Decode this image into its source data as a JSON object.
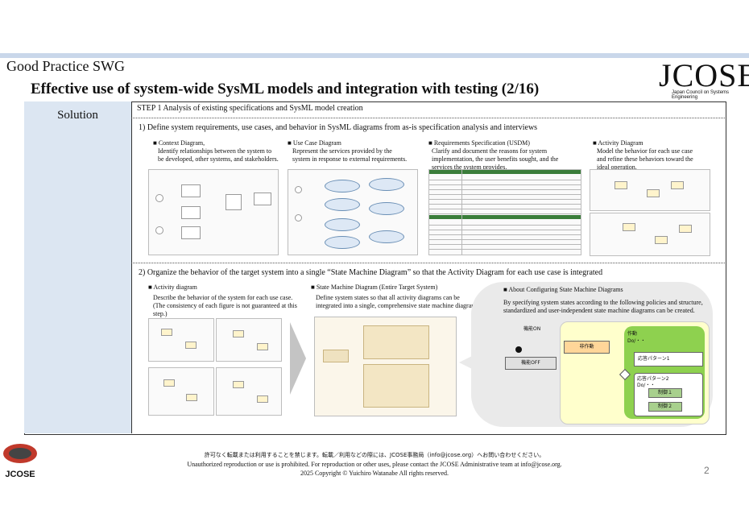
{
  "header": {
    "org": "Good Practice SWG",
    "title": "Effective use of system-wide SysML models and integration with testing (2/16)",
    "logo_text": "JCOSE",
    "logo_sub": "Japan Council on Systems Engineering"
  },
  "left": {
    "label": "Solution"
  },
  "step": "STEP 1 Analysis of existing specifications and SysML model creation",
  "section1": {
    "heading": "1) Define system requirements, use cases, and behavior in SysML diagrams from as-is specification analysis and interviews",
    "items": [
      {
        "title": "■ Context Diagram,",
        "desc1": "Identify relationships between the system to",
        "desc2": "be developed, other systems, and stakeholders.",
        "desc3": ""
      },
      {
        "title": "■ Use Case Diagram",
        "desc1": "Represent the services provided by the",
        "desc2": "system in response to external requirements.",
        "desc3": ""
      },
      {
        "title": "■ Requirements Specification (USDM)",
        "desc1": "Clarify and document the reasons for system",
        "desc2": "implementation, the user benefits sought, and the",
        "desc3": "services the system provides."
      },
      {
        "title": "■ Activity Diagram",
        "desc1": "Model the behavior for each use case",
        "desc2": "and refine these behaviors toward the",
        "desc3": "ideal operation."
      }
    ]
  },
  "section2": {
    "heading": "2) Organize the behavior of the target system into a single “State Machine Diagram” so that the Activity Diagram for each use case is integrated",
    "items": [
      {
        "title": "■ Activity diagram",
        "desc1": "Describe the behavior of the system for each use case.",
        "desc2": "(The consistency of each figure is not guaranteed at this step.)"
      },
      {
        "title": "■ State Machine Diagram (Entire Target System)",
        "desc1": "Define system states so that all activity diagrams can be",
        "desc2": "integrated into a single, comprehensive state machine diagram."
      },
      {
        "title": "■ About Configuring State Machine Diagrams",
        "desc1": "By specifying system states according to the following policies and structure,",
        "desc2": "standardized and user-independent state machine diagrams can be created."
      }
    ],
    "sm": {
      "init_label": "機能ON",
      "off_label": "機能OFF",
      "nonactive": "非作動",
      "active": "作動",
      "active_do": "Do/・・",
      "resp1": "応答パターン1",
      "resp2": "応答パターン2",
      "resp2_do": "Do/・・",
      "ctrl1": "制御１",
      "ctrl2": "制御２"
    }
  },
  "footer": {
    "line1": "許可なく転載または利用することを禁じます。転載／利用などの際には、JCOSE事務局（info@jcose.org）へお問い合わせください。",
    "line2": "Unauthorized reproduction or use is prohibited.  For reproduction or other uses, please contact the JCOSE Administrative team at info@jcose.org.",
    "line3": "2025 Copyright © Yuichiro Watanabe All rights reserved.",
    "page": "2",
    "corner_logo": "JCOSE"
  },
  "colors": {
    "topbar": "#c9d7ea",
    "solution_bg": "#dce6f2",
    "sm_green": "#8ed14f",
    "sm_panel": "#eaeaea"
  }
}
